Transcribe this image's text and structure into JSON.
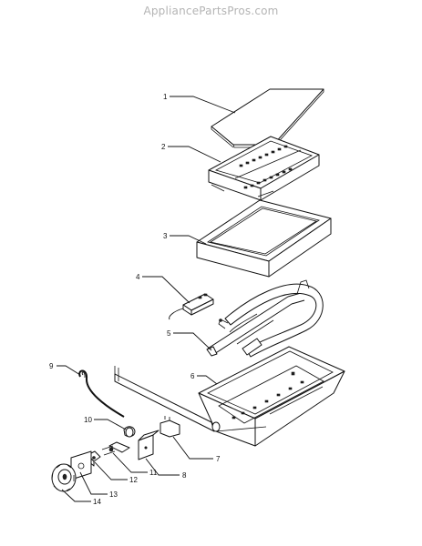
{
  "watermark": "AppliancePartsPros.com",
  "parts": [
    {
      "number": "1",
      "icon": "grill-grate-icon"
    },
    {
      "number": "2",
      "icon": "rock-grate-icon"
    },
    {
      "number": "3",
      "icon": "drip-pan-icon"
    },
    {
      "number": "4",
      "icon": "igniter-icon"
    },
    {
      "number": "5",
      "icon": "burner-icon"
    },
    {
      "number": "6",
      "icon": "burner-box-icon"
    },
    {
      "number": "7",
      "icon": "valve-icon"
    },
    {
      "number": "8",
      "icon": "bracket-icon"
    },
    {
      "number": "9",
      "icon": "wire-icon"
    },
    {
      "number": "10",
      "icon": "orifice-icon"
    },
    {
      "number": "11",
      "icon": "fitting-icon"
    },
    {
      "number": "12",
      "icon": "valve-body-icon"
    },
    {
      "number": "13",
      "icon": "bezel-icon"
    },
    {
      "number": "14",
      "icon": "knob-icon"
    }
  ]
}
